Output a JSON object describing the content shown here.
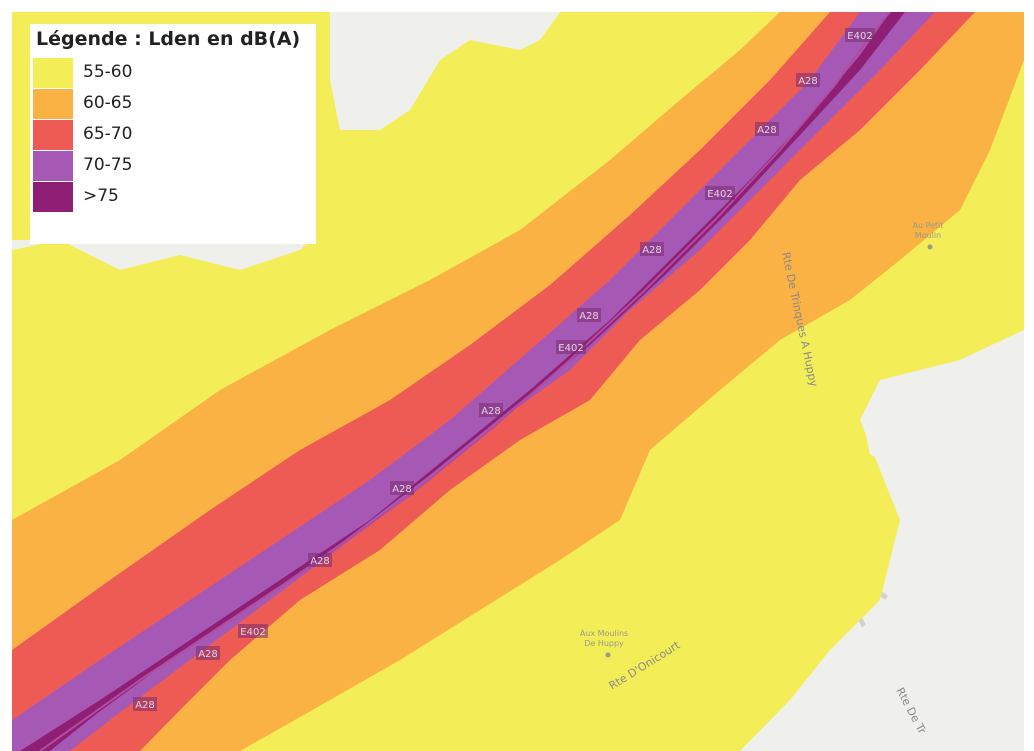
{
  "legend": {
    "title": "Légende : Lden en dB(A)",
    "classes": [
      {
        "label": "55-60",
        "color": "#f3ed57"
      },
      {
        "label": "60-65",
        "color": "#f9b243"
      },
      {
        "label": "65-70",
        "color": "#ee5b54"
      },
      {
        "label": "70-75",
        "color": "#a659b4"
      },
      {
        "label": ">75",
        "color": "#8e1f74"
      }
    ]
  },
  "basemap": {
    "background_color": "#eff0ec",
    "road_color": "#d2d2d2"
  },
  "road_labels": {
    "a28": "A28",
    "e402": "E402"
  },
  "street_labels": {
    "trinques": "Rte De Trinques A Huppy",
    "onicourt": "Rte D'Onicourt",
    "bottom_right": "Rte De Tr"
  },
  "places": {
    "petit_moulin_line1": "Au Petit",
    "petit_moulin_line2": "Moulin",
    "moulins_line1": "Aux Moulins",
    "moulins_line2": "De Huppy"
  }
}
